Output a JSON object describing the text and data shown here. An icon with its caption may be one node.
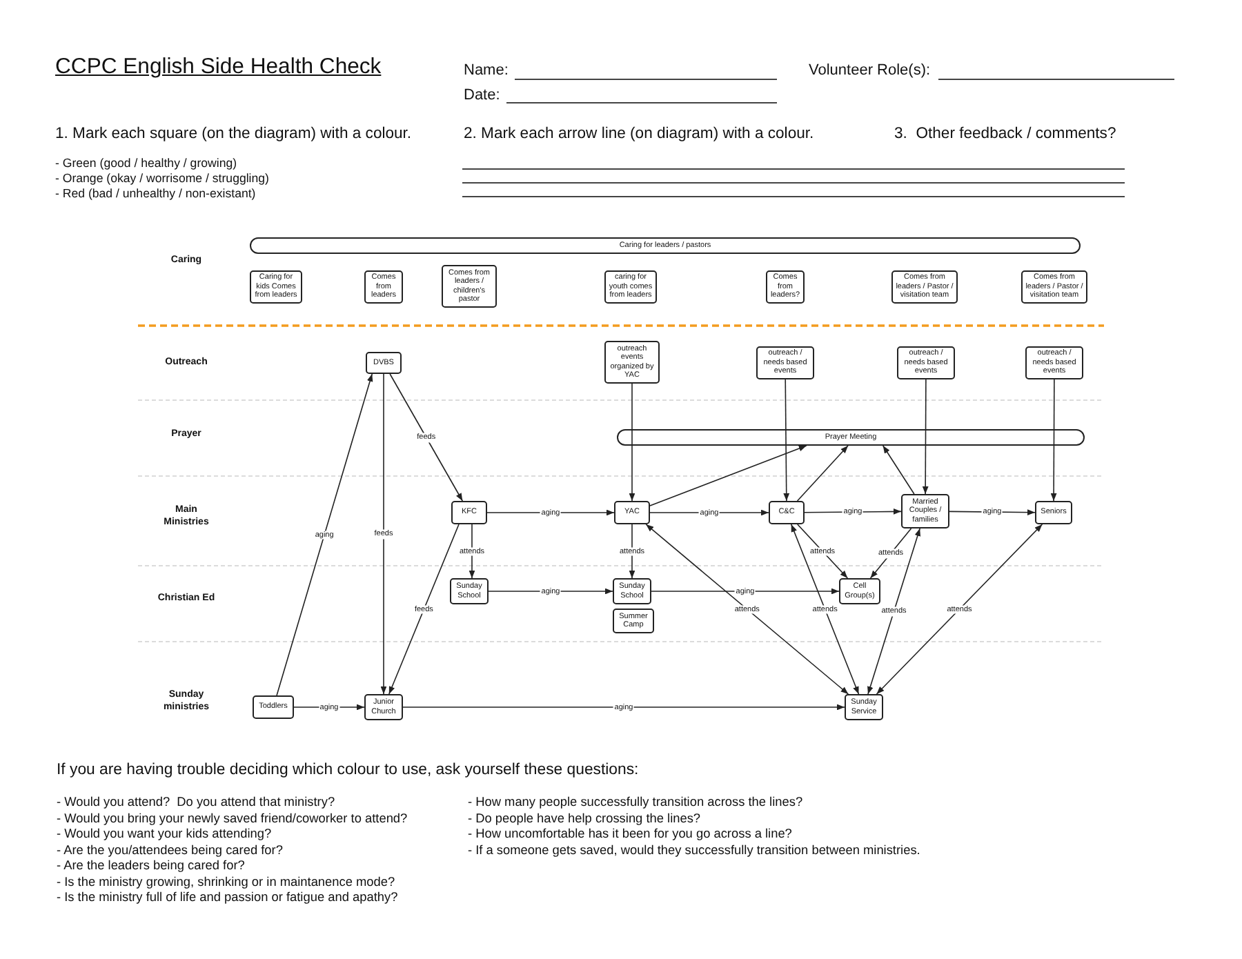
{
  "diagram": {
    "title": "CCPC English Side Health Check",
    "nodes": [
      {
        "text": [
          "Caring for leaders / pastors"
        ]
      },
      {
        "text": [
          "Caring for kids Comes from leaders"
        ]
      },
      {
        "text": [
          "Comes from leaders"
        ]
      },
      {
        "text": [
          "Comes from leaders / children's pastor"
        ]
      },
      {
        "text": [
          "caring for youth comes from leaders"
        ]
      },
      {
        "text": [
          "Comes from leaders?"
        ]
      },
      {
        "text": [
          "Comes from leaders / Pastor / visitation team"
        ]
      },
      {
        "text": [
          "Comes from leaders / Pastor / visitation team"
        ]
      },
      {
        "text": [
          "DVBS"
        ]
      },
      {
        "text": [
          "outreach events organized by YAC"
        ]
      },
      {
        "text": [
          "outreach / needs based events"
        ]
      },
      {
        "text": [
          "outreach / needs based events"
        ]
      },
      {
        "text": [
          "outreach / needs based events"
        ]
      },
      {
        "text": [
          "Prayer Meeting"
        ]
      },
      {
        "text": [
          "KFC"
        ]
      },
      {
        "text": [
          "YAC"
        ]
      },
      {
        "text": [
          "C&C"
        ]
      },
      {
        "text": [
          "Married Couples / families"
        ]
      },
      {
        "text": [
          "Seniors"
        ]
      },
      {
        "text": [
          "Sunday School"
        ]
      },
      {
        "text": [
          "Sunday School"
        ]
      },
      {
        "text": [
          "Cell Group(s)"
        ]
      },
      {
        "text": [
          "Summer Camp"
        ]
      },
      {
        "text": [
          "Toddlers"
        ]
      },
      {
        "text": [
          "Junior Church"
        ]
      },
      {
        "text": [
          "Sunday Service"
        ]
      }
    ],
    "edges": [
      {
        "from": 23,
        "to": 8,
        "arrow": "to",
        "label": "aging"
      },
      {
        "from": 8,
        "to": 24,
        "arrow": "to",
        "label": "feeds"
      },
      {
        "from": 8,
        "to": 14,
        "arrow": "to",
        "label": "feeds"
      },
      {
        "from": 14,
        "to": 15,
        "arrow": "to",
        "label": "aging"
      },
      {
        "from": 14,
        "to": 19,
        "arrow": "to",
        "label": "attends"
      },
      {
        "from": 14,
        "to": 24,
        "arrow": "to",
        "label": "feeds"
      },
      {
        "from": 23,
        "to": 24,
        "arrow": "to",
        "label": "aging"
      },
      {
        "from": 24,
        "to": 25,
        "arrow": "to",
        "label": "aging"
      },
      {
        "from": 19,
        "to": 20,
        "arrow": "to",
        "label": "aging"
      },
      {
        "from": 9,
        "to": 15,
        "arrow": "to"
      },
      {
        "from": 15,
        "to": 13,
        "arrow": "to"
      },
      {
        "from": 15,
        "to": 16,
        "arrow": "to",
        "label": "aging"
      },
      {
        "from": 15,
        "to": 20,
        "arrow": "to",
        "label": "attends"
      },
      {
        "from": 15,
        "to": 25,
        "arrow": "both",
        "label": "attends"
      },
      {
        "from": 20,
        "to": 21,
        "arrow": "to",
        "label": "aging"
      },
      {
        "from": 10,
        "to": 16,
        "arrow": "to"
      },
      {
        "from": 16,
        "to": 13,
        "arrow": "to"
      },
      {
        "from": 16,
        "to": 17,
        "arrow": "to",
        "label": "aging"
      },
      {
        "from": 16,
        "to": 21,
        "arrow": "to",
        "label": "attends"
      },
      {
        "from": 16,
        "to": 25,
        "arrow": "both",
        "label": "attends"
      },
      {
        "from": 11,
        "to": 17,
        "arrow": "to"
      },
      {
        "from": 17,
        "to": 13,
        "arrow": "to"
      },
      {
        "from": 17,
        "to": 18,
        "arrow": "to",
        "label": "aging"
      },
      {
        "from": 17,
        "to": 21,
        "arrow": "to",
        "label": "attends"
      },
      {
        "from": 17,
        "to": 25,
        "arrow": "both",
        "label": "attends"
      },
      {
        "from": 12,
        "to": 18,
        "arrow": "to"
      },
      {
        "from": 18,
        "to": 25,
        "arrow": "both",
        "label": "attends"
      }
    ],
    "labels": [
      "Name:",
      "Volunteer Role(s):",
      "Date:",
      "1. Mark each square (on the diagram) with a colour.",
      "2. Mark each arrow line (on diagram) with a colour.",
      "3.  Other feedback / comments?",
      "- Green (good / healthy / growing)",
      "- Orange (okay / worrisome / struggling)",
      "- Red (bad / unhealthy / non-existant)",
      "Caring",
      "Outreach",
      "Prayer",
      "Main Ministries",
      "Christian Ed",
      "Sunday ministries",
      "If you are having trouble deciding which colour to use, ask yourself these questions:",
      "- Would you attend?  Do you attend that ministry?",
      "- Would you bring your newly saved friend/coworker to attend?",
      "- Would you want your kids attending?",
      "- Are the you/attendees being cared for?",
      "- Are the leaders being cared for?",
      "- Is the ministry growing, shrinking or in maintanence mode?",
      "- Is the ministry full of life and passion or fatigue and apathy?",
      "- How many people successfully transition across the lines?",
      "- Do people have help crossing the lines?",
      "- How uncomfortable has it been for you go across a line?",
      "- If a someone gets saved, would they successfully transition between ministries."
    ]
  }
}
